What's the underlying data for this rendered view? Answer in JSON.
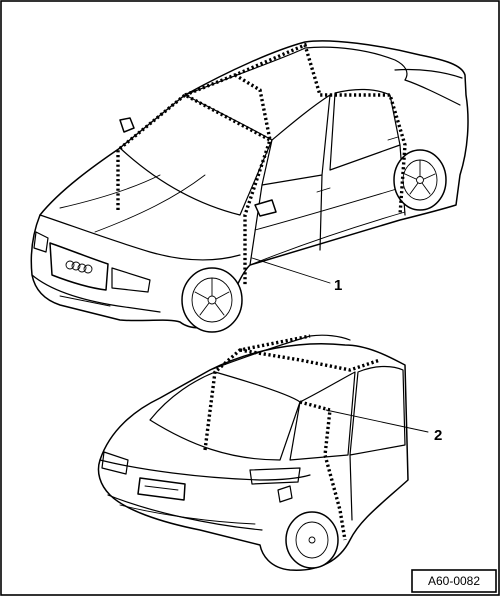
{
  "callouts": [
    {
      "label": "1"
    },
    {
      "label": "2"
    }
  ],
  "figure_reference": "A60-0082"
}
